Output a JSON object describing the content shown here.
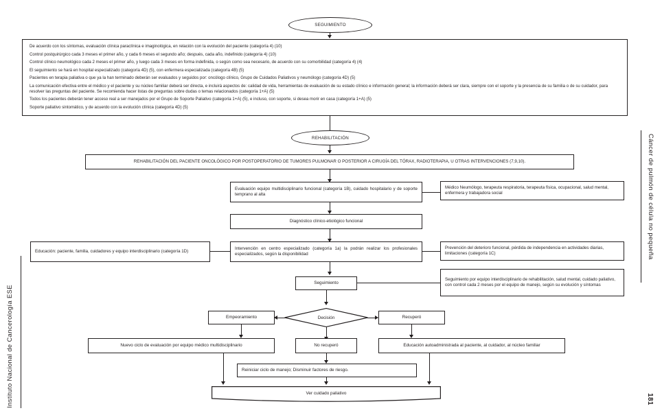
{
  "page": {
    "number": "181",
    "right_running_title": "Cáncer de pulmón de célula no pequeña",
    "left_running_title": "Instituto Nacional de Cancerología ESE"
  },
  "seguimiento": {
    "terminator_label": "SEGUIMIENTO",
    "bullets": [
      "De acuerdo con los síntomas, evaluación clínica paraclínica e imaginológica, en relación con la evolución del paciente (categoría 4) (10)",
      "Control postquirúrgico cada 3 meses el primer año, y cada 6 meses el segundo año; después, cada año, indefinido (categoría 4) (10)",
      "Control clínico neumológico cada 2 meses el primer año, y luego cada 3 meses en forma indefinida, o según como sea necesario, de acuerdo con su comorbilidad (categoría 4) (4)",
      "El seguimiento se hará en hospital especializado (categoría 4D) (5), con enfermera especializada (categoría 4B) (5)",
      "Pacientes en terapia paliativa o que ya la han terminado deberán ser evaluados y seguidos por: oncólogo clínico, Grupo de Cuidados Paliativos y neumólogo (categoría 4D) (5)",
      "La comunicación efectiva entre el médico y el paciente y su núcleo familiar deberá ser directa, e incluirá aspectos de: calidad de vida, herramientas de evaluación de su estado clínico e información general; la información deberá ser clara, siempre con el soporte y la presencia de su familia o de su cuidador, para resolver las preguntas del paciente. Se recomienda hacer listas de preguntas sobre dudas o temas relacionados (categoría 1+A) (5)",
      "Todos los pacientes deberán tener acceso real a ser manejados por el Grupo de Soporte Paliativo (categoría 1+A) (5), e incluso, con soporte, si desea morir en casa (categoría 1+A) (5)",
      "Soporte paliativo sintomático, y de acuerdo con la evolución clínica (categoría 4D) (5)"
    ]
  },
  "rehabilitacion": {
    "terminator_label": "REHABILITACIÓN",
    "header_box": "REHABILITACIÓN DEL PACIENTE ONCOLÓGICO POR POSTOPERATORIO DE  TUMORES PULMONAR O POSTERIOR A CIRUGÍA DEL TÓRAX, RADIOTERAPIA, U OTRAS INTERVENCIONES (7,9,10).",
    "evaluacion_equipo": "Evaluación  equipo  multidisciplinario  funcional  (categoría  1B),  cuidado hospitalario y de soporte temprano al alta",
    "equipo_miembros": "Médico Neumólogo, terapeuta respiratoria, terapeuta física, ocupacional, salud mental, enfermera y trabajadora social",
    "diagnostico": "Diagnóstico clínico-etiológico funcional",
    "educacion_paciente": "Educación:  paciente,  familia,  cuidadores  y  equipo  interdisciplinario (categoría 1D)",
    "intervencion_centro": "Intervención  en  centro  especializado  (categoría 1a)  la  podrán  realizar  los profesionales especializados, según la disponibilidad",
    "prevencion_deterioro": "Prevención del deterioro funcional, pérdida de independencia en actividades diarias, limitaciones (categoría 1C)",
    "seguimiento_box": "Seguimiento",
    "seguimiento_equipo": "Seguimiento  por  equipo  interdisciplinario   de  rehabilitación,  salud  mental, cuidado paliativo, con control  cada 2 meses por el equipo de manejo, según su evolución y síntomas",
    "decision": "Decisión",
    "empeoramiento": "Empeoramiento",
    "recupero": "Recuperó",
    "no_recupero": "No recuperó",
    "nuevo_ciclo": "Nuevo ciclo de evaluación por equipo médico multidisciplinario",
    "educacion_auto": "Educación autoadministrada al paciente, al cuidador, al núcleo familiar",
    "reiniciar_ciclo": "Reiniciar ciclo de manejo; Disminuir  factores de riesgo.",
    "ver_cuidado": "Ver cuidado paliativo"
  },
  "colors": {
    "line": "#231f20",
    "background": "#ffffff"
  }
}
